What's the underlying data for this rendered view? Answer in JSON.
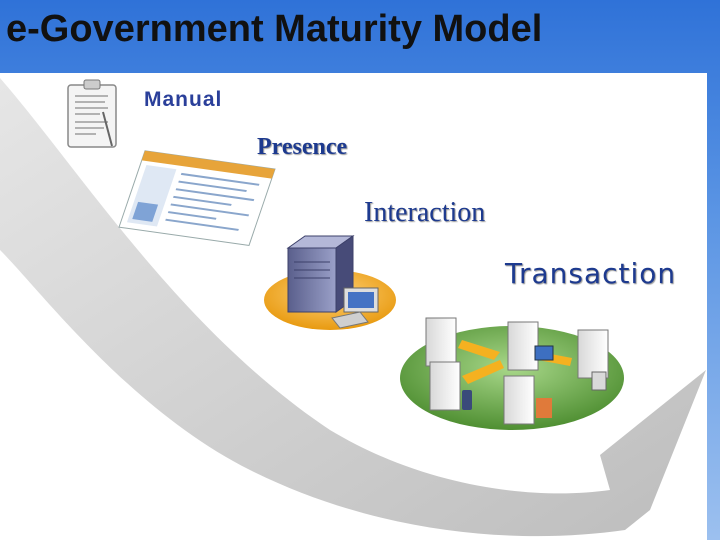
{
  "slide": {
    "title": "e-Government Maturity Model",
    "stages": [
      {
        "label": "Manual"
      },
      {
        "label": "Presence"
      },
      {
        "label": "Interaction"
      },
      {
        "label": "Transaction"
      }
    ]
  },
  "colors": {
    "background_blue": "#3a7bdc",
    "arrow_gray": "#c9c9c9",
    "label_blue": "#1d3a8f",
    "interaction_disc": "#f5a623",
    "transaction_disc": "#6fae4a"
  },
  "icons": [
    "clipboard-icon",
    "web-page-icon",
    "server-workstation-icon",
    "networked-servers-icon"
  ]
}
